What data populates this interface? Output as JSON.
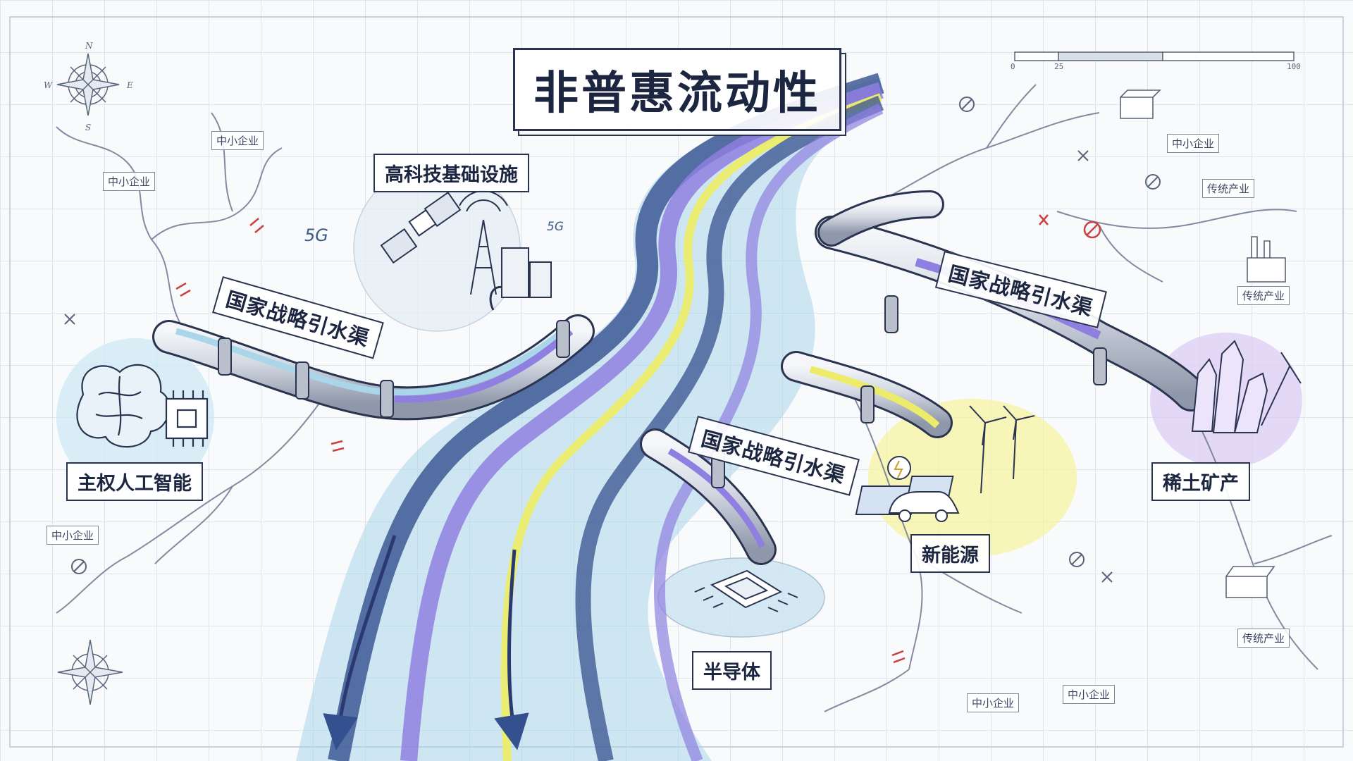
{
  "title": "非普惠流动性",
  "scale_bar": {
    "ticks": [
      "0",
      "25",
      "100"
    ]
  },
  "compass": {
    "n": "N",
    "e": "E",
    "s": "S",
    "w": "W"
  },
  "infrastructure": {
    "label": "高科技基础设施",
    "note_left": "5G",
    "note_right": "5G"
  },
  "canals": [
    {
      "label": "国家战略引水渠"
    },
    {
      "label": "国家战略引水渠"
    },
    {
      "label": "国家战略引水渠"
    }
  ],
  "destinations": [
    {
      "label": "主权人工智能"
    },
    {
      "label": "新能源"
    },
    {
      "label": "半导体"
    },
    {
      "label": "稀土矿产"
    }
  ],
  "sme_labels": [
    "中小企业",
    "中小企业",
    "中小企业",
    "中小企业",
    "中小企业",
    "中小企业"
  ],
  "traditional_labels": [
    "传统产业",
    "传统产业",
    "传统产业"
  ],
  "colors": {
    "ink": "#2a3450",
    "flow_navy": "#35508f",
    "flow_purple": "#8f7fe0",
    "flow_lightblue": "#a9d6e8",
    "flow_yellow": "#ecec6a",
    "pipe_metal": "#c9ced8",
    "ai_wash": "#cfe8f4",
    "energy_wash": "#f6f29a",
    "mineral_wash": "#ddd0f3",
    "chip_wash": "#cde6f2",
    "blocked_red": "#c84040"
  }
}
